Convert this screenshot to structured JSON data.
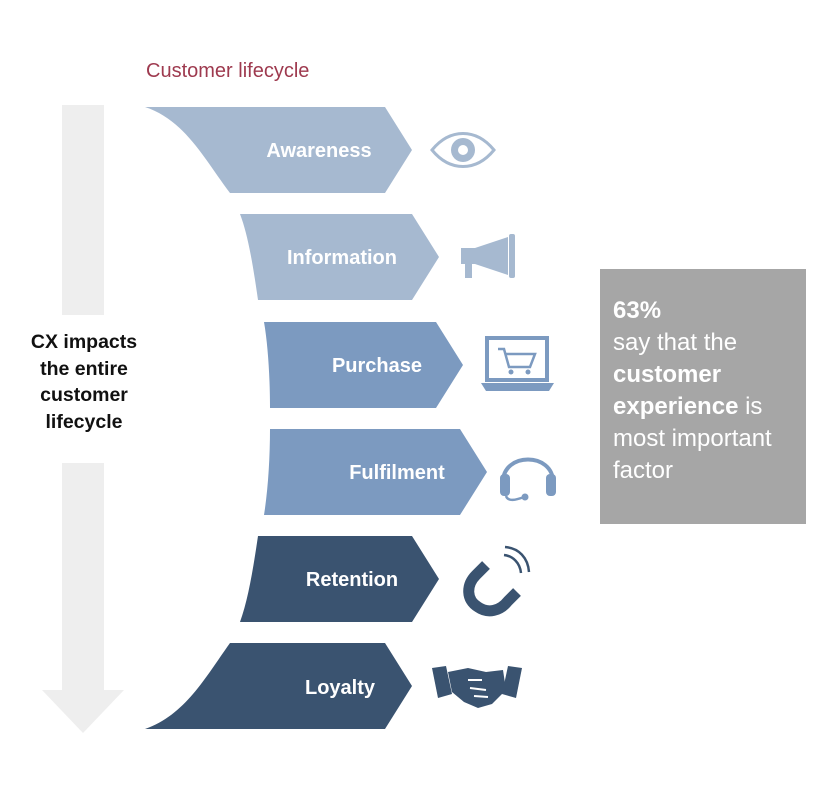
{
  "diagram": {
    "title": "Customer lifecycle",
    "caption_lines": [
      "CX impacts",
      "the entire",
      "customer",
      "lifecycle"
    ],
    "stages": [
      {
        "label": "Awareness",
        "icon": "eye-icon",
        "color": "#a6b9d0"
      },
      {
        "label": "Information",
        "icon": "megaphone-icon",
        "color": "#a6b9d0"
      },
      {
        "label": "Purchase",
        "icon": "laptop-cart-icon",
        "color": "#7c9ac0"
      },
      {
        "label": "Fulfilment",
        "icon": "headset-icon",
        "color": "#7c9ac0"
      },
      {
        "label": "Retention",
        "icon": "magnet-icon",
        "color": "#3a5370"
      },
      {
        "label": "Loyalty",
        "icon": "handshake-icon",
        "color": "#3a5370"
      }
    ],
    "colors": {
      "title": "#9e3a4f",
      "arrow": "#eeeeee",
      "stat_box": "#a6a6a6",
      "icon_light": "#a6b9d0",
      "icon_mid": "#7c9ac0",
      "icon_dark": "#3a5370"
    }
  },
  "stat": {
    "percent": "63%",
    "line1": "say that the",
    "bold1": "customer",
    "bold2": "experience",
    "after_bold2": " is",
    "line_last1": "most important",
    "line_last2": "factor"
  }
}
